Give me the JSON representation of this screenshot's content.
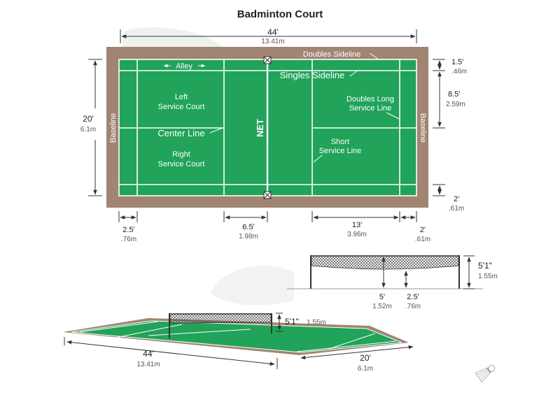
{
  "title": "Badminton Court",
  "colors": {
    "court_green": "#21a35a",
    "surround_brown": "#a08572",
    "line_white": "#ffffff",
    "dimension_dark": "#333333"
  },
  "dimensions": {
    "top_length_ft": "44'",
    "top_length_m": "13.41m",
    "width_ft": "20'",
    "width_m": "6.1m",
    "alley_top_ft": "1.5'",
    "alley_top_m": ".46m",
    "long_service_ft": "8.5'",
    "long_service_m": "2.59m",
    "alley_bottom_ft": "2'",
    "alley_bottom_m": ".61m",
    "left_back_ft": "2.5'",
    "left_back_m": ".76m",
    "short_service_ft": "6.5'",
    "short_service_m": "1.98m",
    "service_depth_ft": "13'",
    "service_depth_m": "3.96m",
    "right_back_ft": "2'",
    "right_back_m": ".61m"
  },
  "labels": {
    "doubles_sideline": "Doubles Sideline",
    "alley": "Alley",
    "singles_sideline": "Singles Sideline",
    "left_service_court_1": "Left",
    "left_service_court_2": "Service Court",
    "doubles_long_1": "Doubles Long",
    "doubles_long_2": "Service Line",
    "center_line": "Center Line",
    "net": "NET",
    "baseline_left": "Baseline",
    "baseline_right": "Baseline",
    "right_service_court_1": "Right",
    "right_service_court_2": "Service Court",
    "short_service_1": "Short",
    "short_service_2": "Service Line"
  },
  "net_side": {
    "net_height_ft": "5'1\"",
    "net_height_m": "1.55m",
    "net_center_ft": "5'",
    "net_center_m": "1.52m",
    "post_ft": "2.5'",
    "post_m": ".76m"
  },
  "perspective": {
    "net_height_ft": "5'1\"",
    "net_height_m": "1.55m",
    "length_ft": "44'",
    "length_m": "13.41m",
    "width_ft": "20'",
    "width_m": "6.1m"
  },
  "icons": [
    "shuttlecock-icon"
  ]
}
